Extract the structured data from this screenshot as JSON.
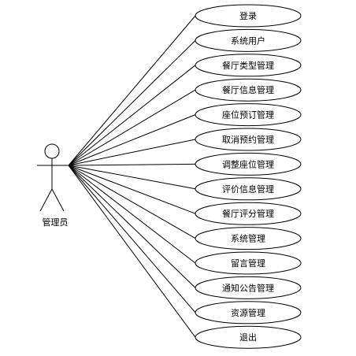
{
  "actor": {
    "label": "管理员"
  },
  "use_cases": [
    {
      "label": "登录"
    },
    {
      "label": "系统用户"
    },
    {
      "label": "餐厅类型管理"
    },
    {
      "label": "餐厅信息管理"
    },
    {
      "label": "座位预订管理"
    },
    {
      "label": "取消预约管理"
    },
    {
      "label": "调整座位管理"
    },
    {
      "label": "评价信息管理"
    },
    {
      "label": "餐厅评分管理"
    },
    {
      "label": "系统管理"
    },
    {
      "label": "留言管理"
    },
    {
      "label": "通知公告管理"
    },
    {
      "label": "资源管理"
    },
    {
      "label": "退出"
    }
  ],
  "colors": {
    "stroke": "#000000",
    "fill": "#ffffff"
  }
}
